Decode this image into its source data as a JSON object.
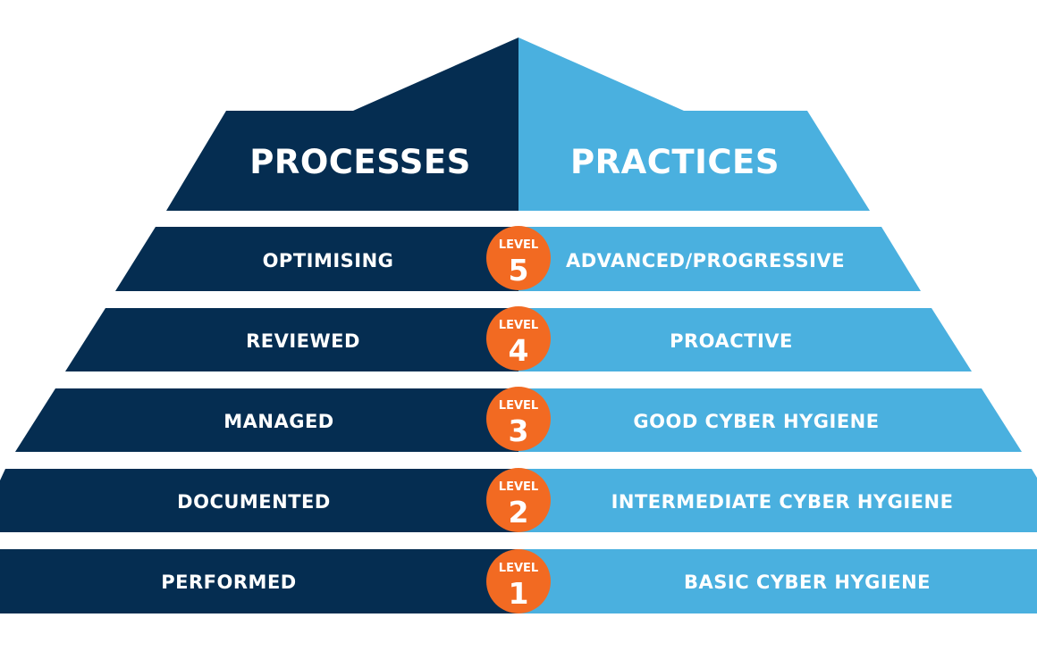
{
  "colors": {
    "processes": "#052d51",
    "practices": "#4ab0df",
    "badge": "#f26a22",
    "text": "#ffffff"
  },
  "header": {
    "processes": "PROCESSES",
    "practices": "PRACTICES"
  },
  "levels": [
    {
      "word": "LEVEL",
      "number": "5",
      "process": "OPTIMISING",
      "practice": "ADVANCED/PROGRESSIVE"
    },
    {
      "word": "LEVEL",
      "number": "4",
      "process": "REVIEWED",
      "practice": "PROACTIVE"
    },
    {
      "word": "LEVEL",
      "number": "3",
      "process": "MANAGED",
      "practice": "GOOD CYBER HYGIENE"
    },
    {
      "word": "LEVEL",
      "number": "2",
      "process": "DOCUMENTED",
      "practice": "INTERMEDIATE CYBER HYGIENE"
    },
    {
      "word": "LEVEL",
      "number": "1",
      "process": "PERFORMED",
      "practice": "BASIC CYBER HYGIENE"
    }
  ]
}
